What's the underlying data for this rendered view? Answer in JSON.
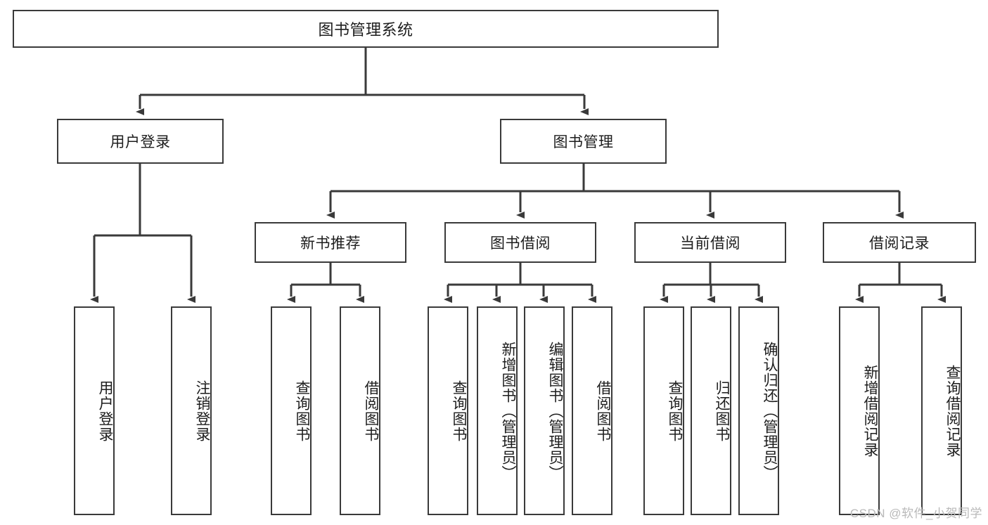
{
  "diagram": {
    "title": "图书管理系统",
    "type": "tree-hierarchy-diagram",
    "colors": {
      "stroke": "#3a3a3a",
      "fill": "#ffffff",
      "text": "#1d1d1d",
      "watermark": "#b9b9b9"
    },
    "root": {
      "label": "图书管理系统"
    },
    "level2": [
      {
        "label": "用户登录"
      },
      {
        "label": "图书管理"
      }
    ],
    "level3": [
      {
        "label": "新书推荐"
      },
      {
        "label": "图书借阅"
      },
      {
        "label": "当前借阅"
      },
      {
        "label": "借阅记录"
      }
    ],
    "leaves": {
      "user_login": [
        {
          "label": "用户登录"
        },
        {
          "label": "注销登录"
        }
      ],
      "new_book_recommend": [
        {
          "label": "查询图书"
        },
        {
          "label": "借阅图书"
        }
      ],
      "book_borrow": [
        {
          "label": "查询图书"
        },
        {
          "label": "新增图书（管理员）"
        },
        {
          "label": "编辑图书（管理员）"
        },
        {
          "label": "借阅图书"
        }
      ],
      "current_borrow": [
        {
          "label": "查询图书"
        },
        {
          "label": "归还图书"
        },
        {
          "label": "确认归还（管理员）"
        }
      ],
      "borrow_record": [
        {
          "label": "新增借阅记录"
        },
        {
          "label": "查询借阅记录"
        }
      ]
    },
    "watermark": "CSDN @软件_小贺同学"
  }
}
